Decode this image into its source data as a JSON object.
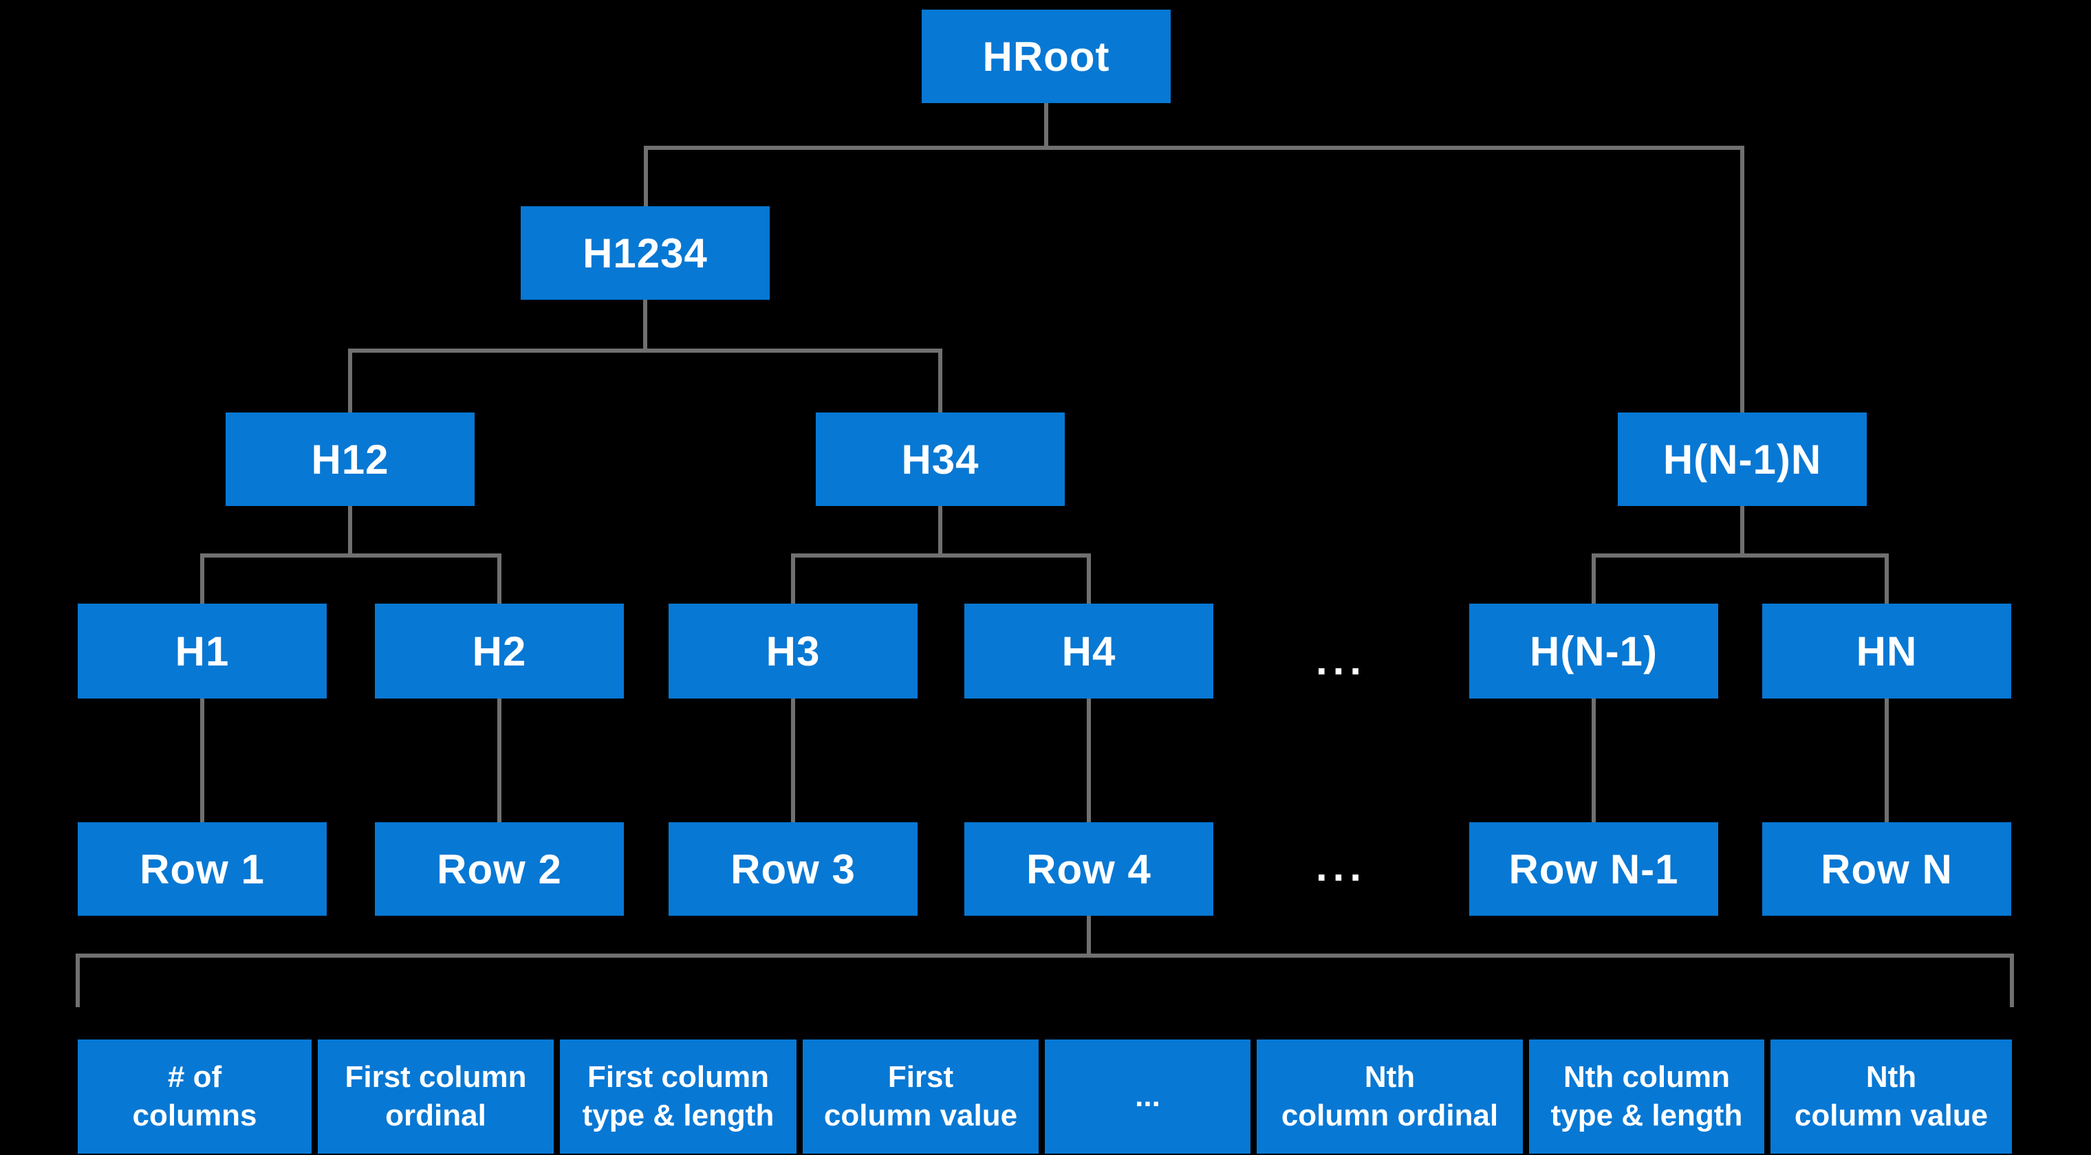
{
  "colors": {
    "background": "#000000",
    "node_fill": "#0778D4",
    "node_text": "#FFFFFF",
    "connector": "#707070"
  },
  "nodes": {
    "hroot": "HRoot",
    "h1234": "H1234",
    "h12": "H12",
    "h34": "H34",
    "hn_1n": "H(N-1)N",
    "h1": "H1",
    "h2": "H2",
    "h3": "H3",
    "h4": "H4",
    "hash_ellipsis": "...",
    "hn_1": "H(N-1)",
    "hn": "HN",
    "row1": "Row 1",
    "row2": "Row 2",
    "row3": "Row 3",
    "row4": "Row 4",
    "row_ellipsis": "...",
    "rown_1": "Row N-1",
    "rown": "Row N"
  },
  "row_fields": [
    {
      "line1": "# of",
      "line2": "columns"
    },
    {
      "line1": "First column",
      "line2": "ordinal"
    },
    {
      "line1": "First column",
      "line2": "type & length"
    },
    {
      "line1": "First",
      "line2": "column value"
    },
    {
      "line1": "...",
      "line2": ""
    },
    {
      "line1": "Nth",
      "line2": "column ordinal"
    },
    {
      "line1": "Nth column",
      "line2": "type & length"
    },
    {
      "line1": "Nth",
      "line2": "column value"
    }
  ]
}
